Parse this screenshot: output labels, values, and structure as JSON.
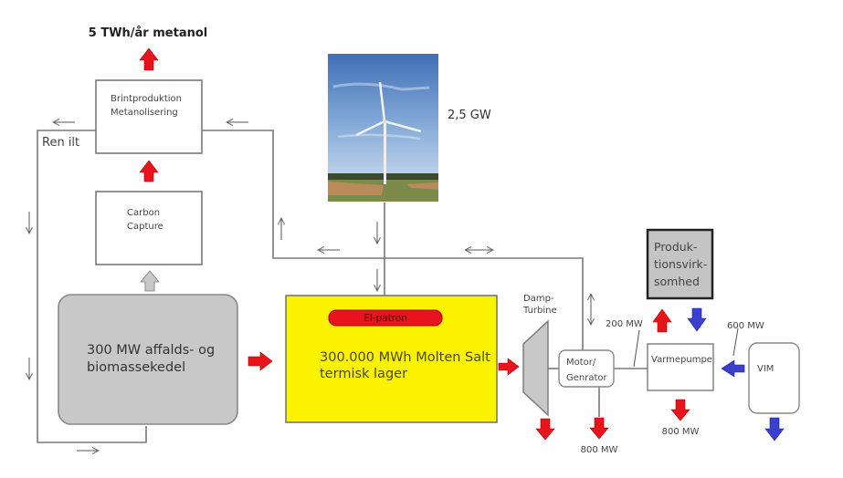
{
  "diagram": {
    "output_label": "5 TWh/år metanol",
    "brint_box": {
      "line1": "Brintproduktion",
      "line2": "Metanolisering"
    },
    "ren_ilt_label": "Ren ilt",
    "carbon_box": {
      "line1": "Carbon",
      "line2": "Capture"
    },
    "boiler_box": {
      "line1": "300 MW affalds- og",
      "line2": "biomassekedel"
    },
    "wind_label": "2,5 GW",
    "storage_box": {
      "line1": "300.000 MWh Molten Salt",
      "line2": "termisk lager"
    },
    "el_patron_label": "El-patron",
    "turbine_label": {
      "line1": "Damp-",
      "line2": "Turbine"
    },
    "motor_box": {
      "line1": "Motor/",
      "line2": "Genrator"
    },
    "motor_output_label": "800 MW",
    "motor_to_pump_label": "200 MW",
    "production_box": {
      "line1": "Produk-",
      "line2": "tionsvirk-",
      "line3": "somhed"
    },
    "heatpump_box": {
      "line1": "Varmepumpe"
    },
    "heatpump_output_label": "800 MW",
    "vim_to_pump_label": "600 MW",
    "vim_box": {
      "line1": "VIM"
    },
    "colors": {
      "heat_arrow": "#e8141b",
      "cold_arrow": "#3a3fd0",
      "storage_fill": "#fbf200",
      "boiler_fill": "#c8c8c8",
      "production_fill": "#c4c4c4"
    }
  }
}
